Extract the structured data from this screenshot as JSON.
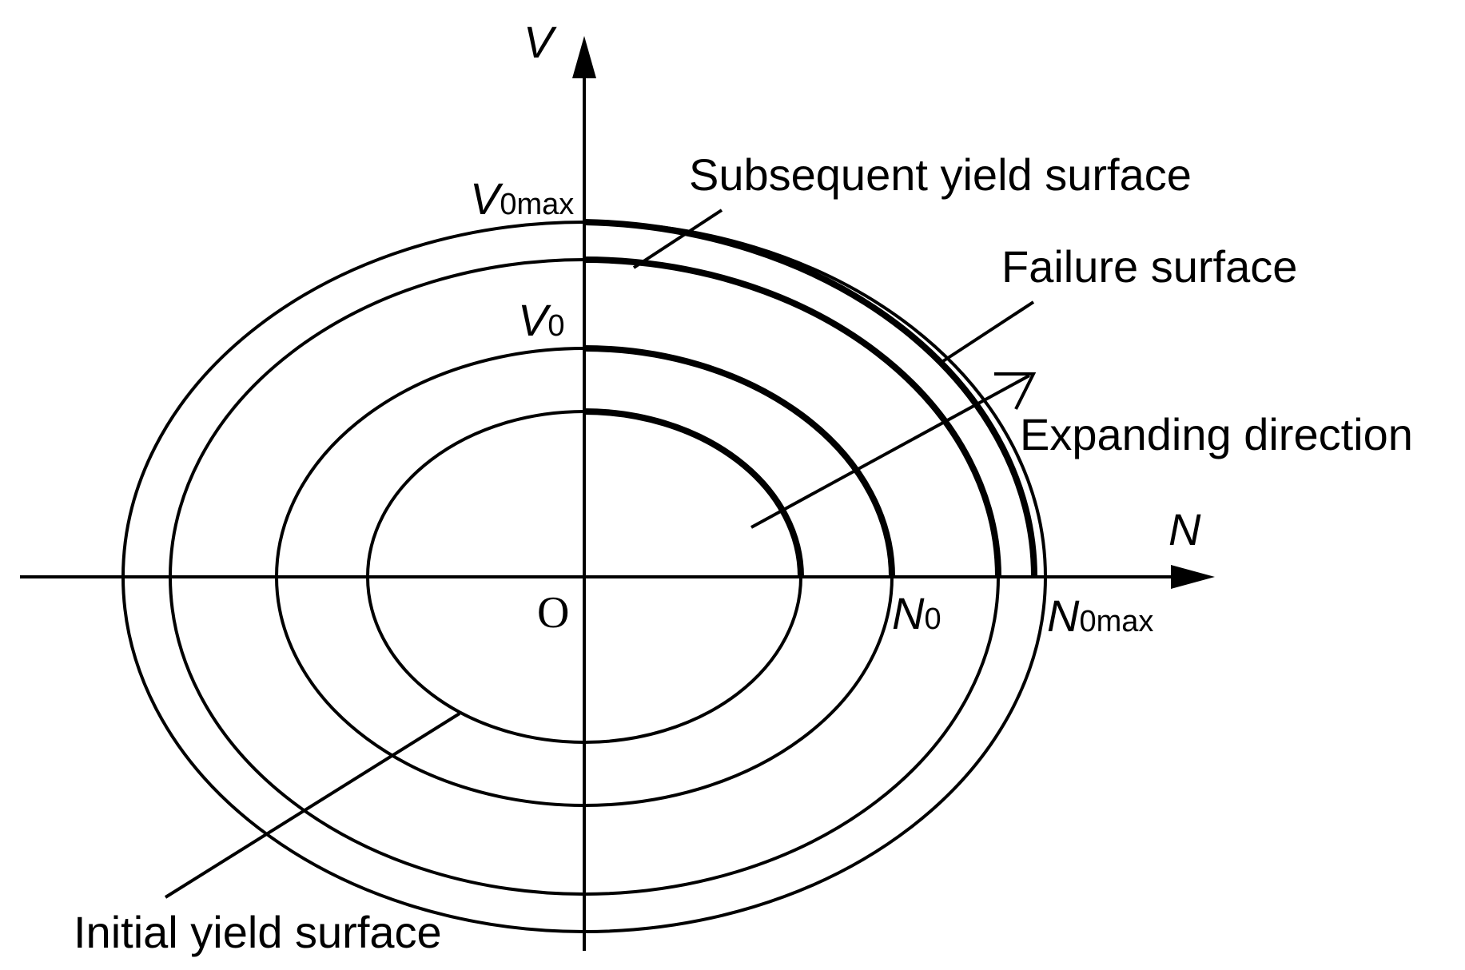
{
  "axes": {
    "v_label": "V",
    "n_label": "N",
    "origin_label": "O"
  },
  "markers": {
    "v0max": {
      "main": "V",
      "sub": "0max"
    },
    "v0": {
      "main": "V",
      "sub": "0"
    },
    "n0": {
      "main": "N",
      "sub": "0"
    },
    "n0max": {
      "main": "N",
      "sub": "0max"
    }
  },
  "annotations": {
    "subsequent": "Subsequent yield surface",
    "failure": "Failure surface",
    "expanding": "Expanding direction",
    "initial": "Initial yield surface"
  },
  "colors": {
    "ink": "#000000",
    "background": "#ffffff"
  }
}
